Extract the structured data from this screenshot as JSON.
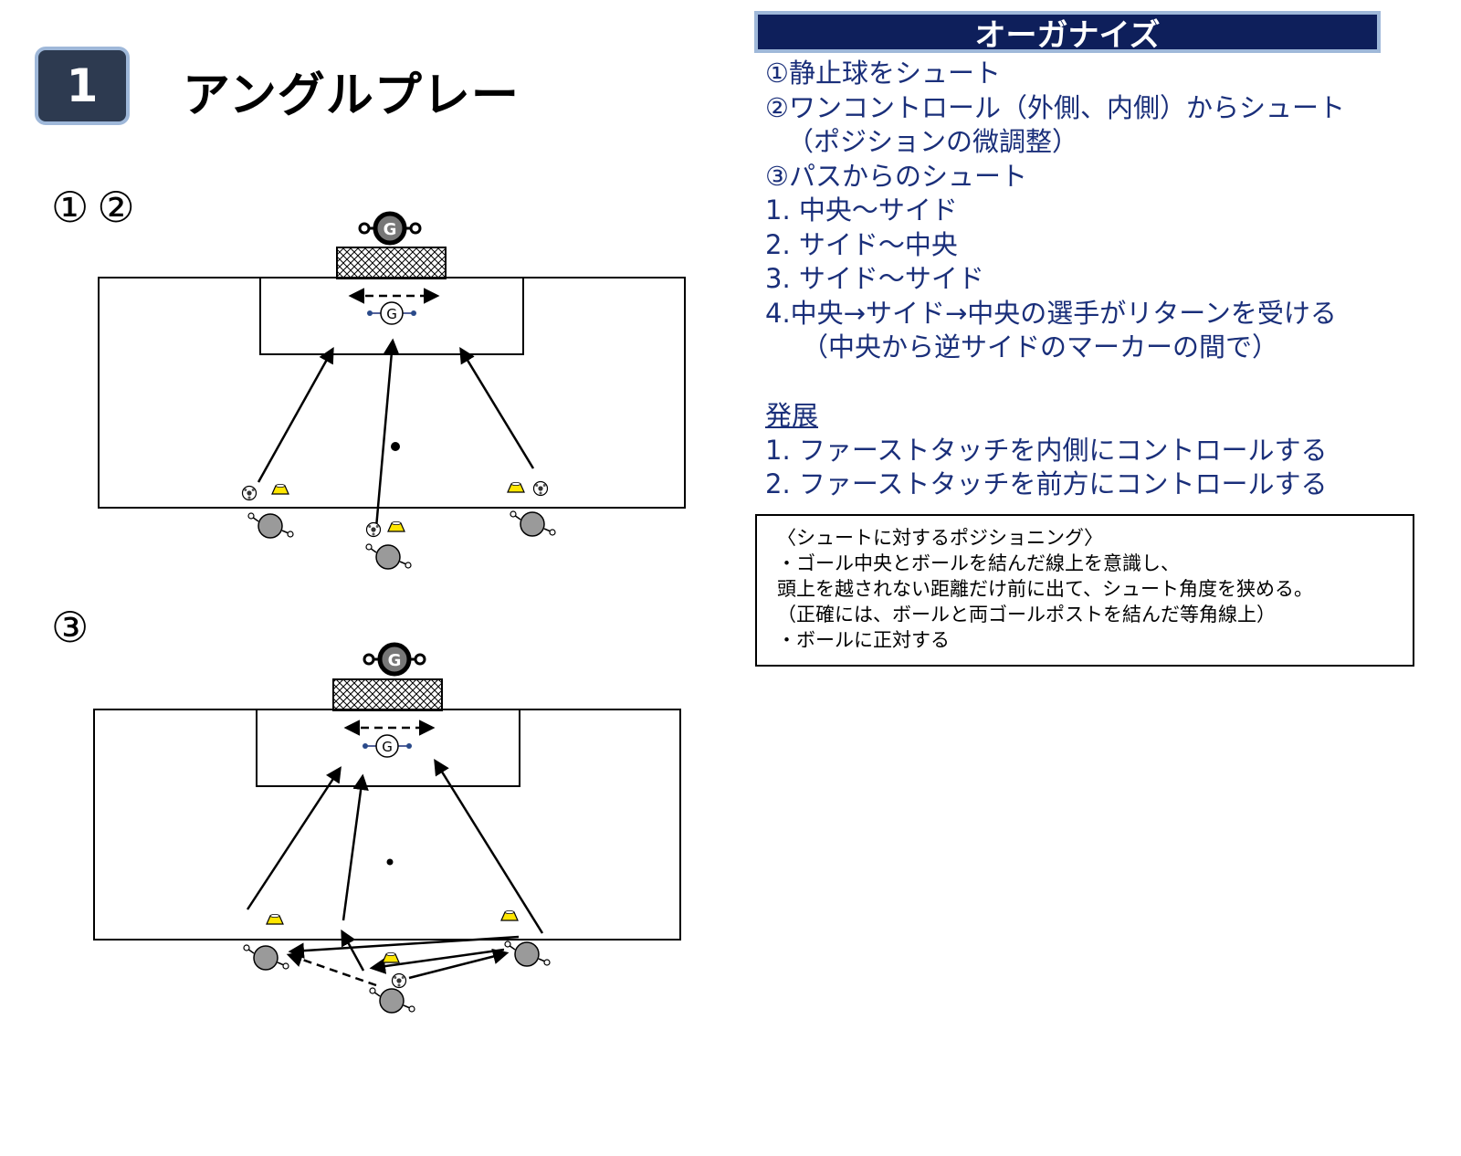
{
  "slide": {
    "number": "1",
    "title": "アングルプレー"
  },
  "diagrams": [
    {
      "label": "① ②"
    },
    {
      "label": "③"
    }
  ],
  "organize": {
    "header": "オーガナイズ",
    "lines": [
      "①静止球をシュート",
      "②ワンコントロール（外側、内側）からシュート",
      "（ポジションの微調整）",
      "③パスからのシュート",
      "1.  中央～サイド",
      "2.  サイド～中央",
      "3.  サイド～サイド",
      "4.中央→サイド→中央の選手がリターンを受ける",
      "（中央から逆サイドのマーカーの間で）"
    ],
    "development_heading": "発展",
    "development_lines": [
      "1.  ファーストタッチを内側にコントロールする",
      "2.  ファーストタッチを前方にコントロールする"
    ]
  },
  "notes": {
    "lines": [
      "〈シュートに対するポジショニング〉",
      "・ゴール中央とボールを結んだ線上を意識し、",
      "頭上を越されない距離だけ前に出て、シュート角度を狭める。",
      "（正確には、ボールと両ゴールポストを結んだ等角線上）",
      "・ボールに正対する"
    ]
  },
  "colors": {
    "badge_bg": "#2d3a50",
    "header_bg": "#0e1f5b",
    "text_navy": "#1a2f7a",
    "cone_yellow": "#ffe600",
    "player_gray": "#9a9a9a"
  }
}
